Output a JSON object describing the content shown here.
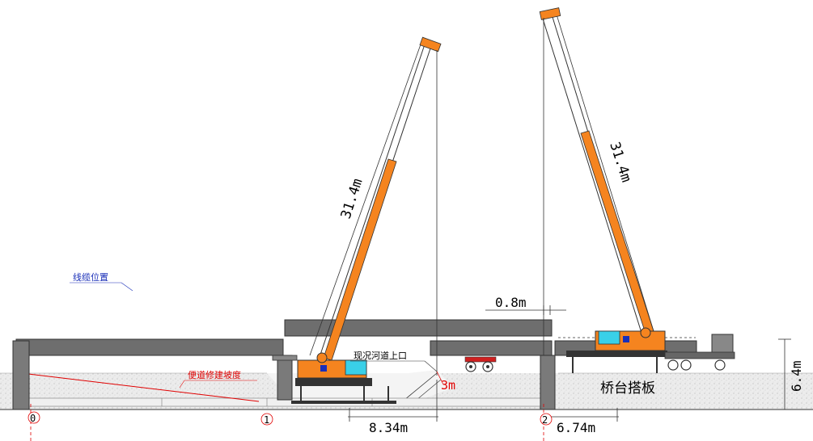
{
  "labels": {
    "crane_left_boom": "31.4m",
    "crane_right_boom": "31.4m",
    "gap": "0.8m",
    "height": "6.4m",
    "span_left": "8.34m",
    "span_right": "6.74m",
    "water_depth": "3m",
    "river_mouth": "现况河道上口",
    "abutment_slab": "桥台搭板",
    "ramp": "便道修建坡度",
    "pier_position": "线缆位置"
  },
  "axes": [
    "0",
    "1",
    "2"
  ],
  "colors": {
    "boom_orange": "#f5841f",
    "crane_body": "#f5841f",
    "beam_grey": "#707070",
    "ground_fill": "#e6e6e6",
    "cab_cyan": "#39d0e8",
    "truck_red": "#d02020",
    "dimension_red": "#e00000",
    "annotation_blue": "#1a2fb8"
  }
}
